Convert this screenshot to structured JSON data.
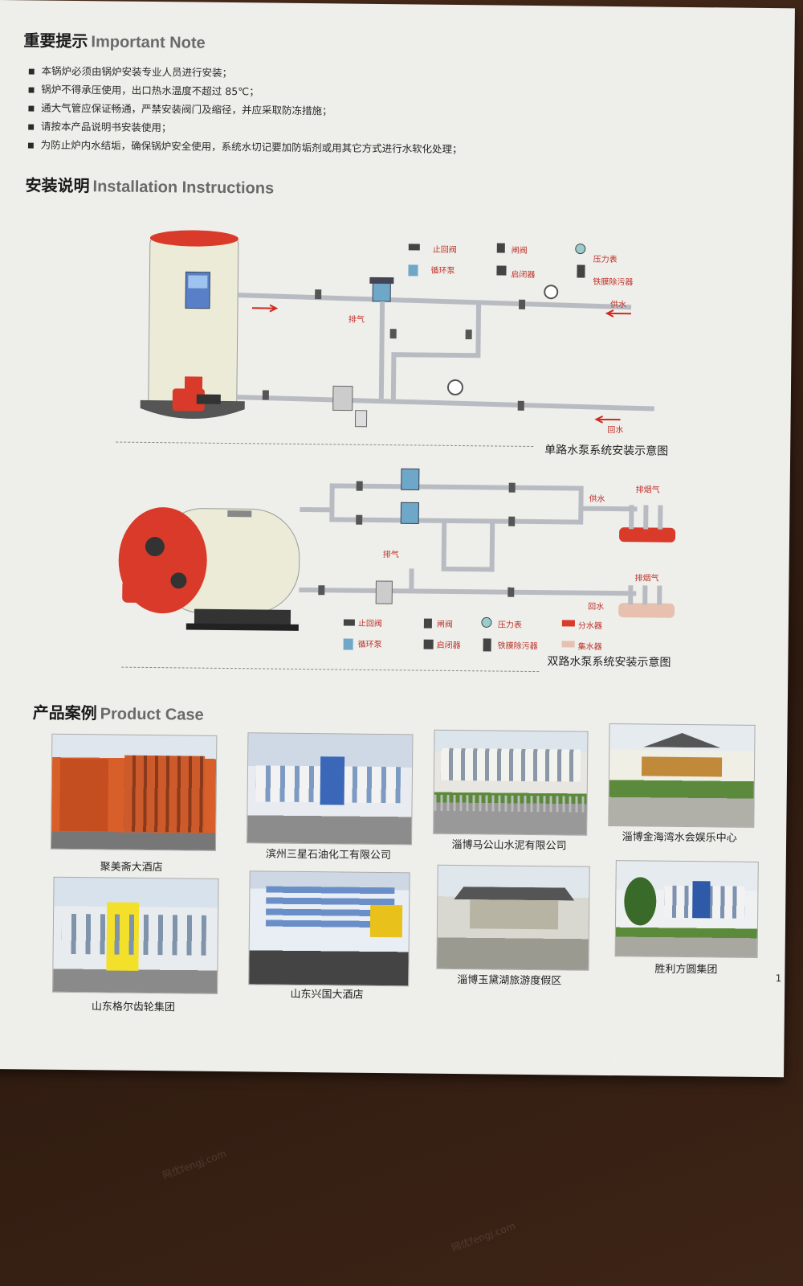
{
  "headings": {
    "important_cn": "重要提示",
    "important_en": "Important Note",
    "install_cn": "安装说明",
    "install_en": "Installation Instructions",
    "case_cn": "产品案例",
    "case_en": "Product Case"
  },
  "notes": [
    "本锅炉必须由锅炉安装专业人员进行安装；",
    "锅炉不得承压使用，出口热水温度不超过 85℃；",
    "通大气管应保证畅通，严禁安装阀门及缩径，并应采取防冻措施；",
    "请按本产品说明书安装使用；",
    "为防止炉内水结垢，确保锅炉安全使用，系统水切记要加防垢剂或用其它方式进行水软化处理；"
  ],
  "diagram1": {
    "caption": "单路水泵系统安装示意图",
    "legend": [
      "止回阀",
      "闸阀",
      "压力表",
      "循环泵",
      "启闭器",
      "铁膜除污器"
    ],
    "labels": {
      "exhaust": "排气",
      "supply": "供水",
      "return": "回水"
    }
  },
  "diagram2": {
    "caption": "双路水泵系统安装示意图",
    "legend": [
      "止回阀",
      "闸阀",
      "压力表",
      "分水器",
      "循环泵",
      "启闭器",
      "铁膜除污器",
      "集水器"
    ],
    "labels": {
      "exhaust": "排气",
      "supply": "供水",
      "return": "回水",
      "exhaust_top": "排烟气",
      "exhaust_bottom": "排烟气"
    }
  },
  "cases": [
    {
      "name": "聚美斋大酒店"
    },
    {
      "name": "滨州三星石油化工有限公司"
    },
    {
      "name": "淄博马公山水泥有限公司"
    },
    {
      "name": "淄博金海湾水会娱乐中心"
    },
    {
      "name": "山东格尔齿轮集团"
    },
    {
      "name": "山东兴国大酒店"
    },
    {
      "name": "淄博玉黛湖旅游度假区"
    },
    {
      "name": "胜利方圆集团"
    }
  ],
  "page_number": "1",
  "watermark": "网优fengj.com",
  "colors": {
    "pipe": "#b8bcc2",
    "arrow": "#d02a20",
    "boiler_body": "#ecebd8",
    "boiler_red": "#d93a2a",
    "text_red": "#c03028"
  }
}
